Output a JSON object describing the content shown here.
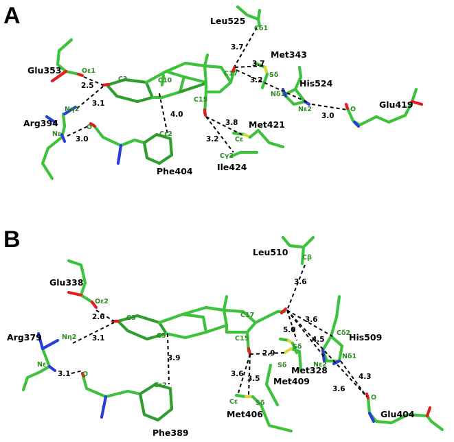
{
  "colors": {
    "carbon": "#3ec23e",
    "carbon_dark": "#2f9e2f",
    "oxygen": "#e02020",
    "nitrogen": "#2a3fd6",
    "sulfur": "#d8d83a",
    "atom_label": "#2e8b22",
    "text": "#000000"
  },
  "panelA": {
    "letter": "A",
    "residues": {
      "leu525": "Leu525",
      "met343": "Met343",
      "glu353": "Glu353",
      "his524": "His524",
      "glu419": "Glu419",
      "arg394": "Arg394",
      "met421": "Met421",
      "phe404": "Phe404",
      "ile424": "Ile424"
    },
    "atoms": {
      "cd1": "Cδ1",
      "sd": "Sδ",
      "oe1": "Oε1",
      "c3": "C3",
      "c10": "C10",
      "c17": "C17",
      "nd1": "Nδ1",
      "ne2": "Nε2",
      "o_glu": "O",
      "nh2": "Nη2",
      "c15": "C15",
      "ne": "Nε",
      "o_arg": "O",
      "ce": "Cε",
      "ce2": "Cε2",
      "cg2": "Cγ2"
    },
    "distances": {
      "d1": "3.7",
      "d2": "3.7",
      "d3": "3.2",
      "d4": "2.5",
      "d5": "3.1",
      "d6": "3.0",
      "d7": "3.0",
      "d8": "4.0",
      "d9": "3.8",
      "d10": "3.2"
    }
  },
  "panelB": {
    "letter": "B",
    "residues": {
      "leu510": "Leu510",
      "glu338": "Glu338",
      "arg379": "Arg379",
      "his509": "His509",
      "met328": "Met328",
      "met409": "Met409",
      "met406": "Met406",
      "phe389": "Phe389",
      "glu404": "Glu404"
    },
    "atoms": {
      "cb": "Cβ",
      "oe2": "Oε2",
      "c3": "C3",
      "c5": "C5",
      "c17": "C17",
      "cd2": "Cδ2",
      "nh2": "Nη2",
      "c15": "C15",
      "sd1": "Sδ",
      "ne2": "Nε2",
      "nd1": "Nδ1",
      "sd2": "Sδ",
      "ne": "Nε",
      "o_arg": "O",
      "ce2": "Cε2",
      "ce": "Cε",
      "sd3": "Sδ",
      "o_glu": "O"
    },
    "distances": {
      "d1": "3.6",
      "d2": "2.6",
      "d3": "3.1",
      "d4": "3.6",
      "d5": "5.0",
      "d6": "4.5",
      "d7": "2.9",
      "d8": "3.1",
      "d9": "3.9",
      "d10": "3.6",
      "d11": "3.5",
      "d12": "4.3",
      "d13": "3.6"
    }
  }
}
